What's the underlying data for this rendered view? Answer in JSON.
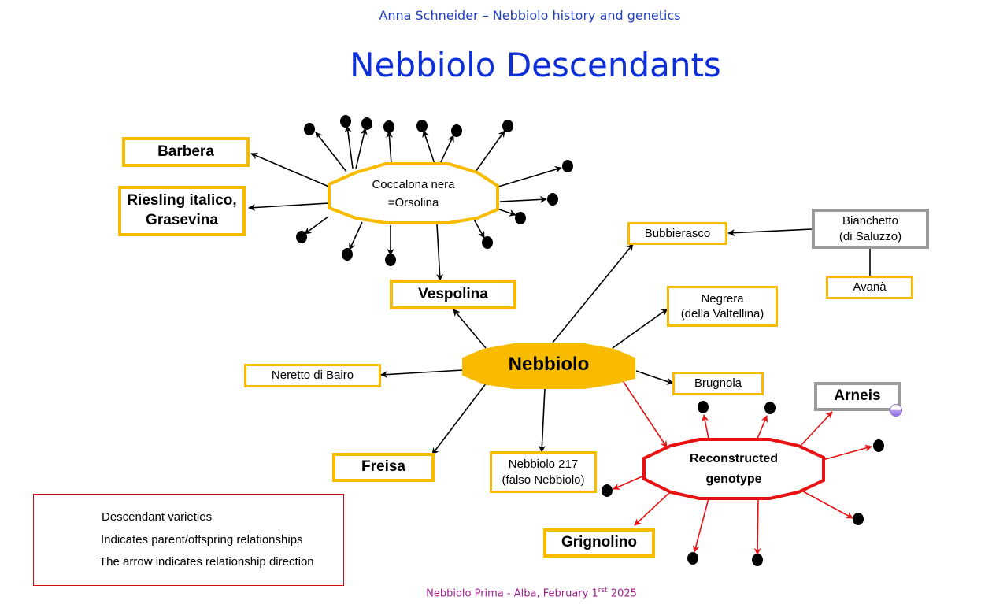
{
  "header": {
    "subtitle": "Anna Schneider – Nebbiolo history and genetics",
    "title": "Nebbiolo Descendants"
  },
  "nodes": {
    "nebbiolo": "Nebbiolo",
    "coccalona_line1": "Coccalona nera",
    "coccalona_line2": "=Orsolina",
    "reconstructed_line1": "Reconstructed",
    "reconstructed_line2": "genotype",
    "barbera": "Barbera",
    "riesling_line1": "Riesling italico,",
    "riesling_line2": "Grasevina",
    "vespolina": "Vespolina",
    "bubbierasco": "Bubbierasco",
    "bianchetto_line1": "Bianchetto",
    "bianchetto_line2": "(di Saluzzo)",
    "avana": "Avanà",
    "negrera_line1": "Negrera",
    "negrera_line2": "(della Valtellina)",
    "neretto": "Neretto di Bairo",
    "brugnola": "Brugnola",
    "arneis": "Arneis",
    "freisa": "Freisa",
    "nebbiolo217_line1": "Nebbiolo 217",
    "nebbiolo217_line2": "(falso Nebbiolo)",
    "grignolino": "Grignolino"
  },
  "legend": {
    "dot_label": "Descendant varieties",
    "line_label": "Indicates parent/offspring relationships",
    "arrow_label": "The arrow indicates relationship direction"
  },
  "footer": {
    "text_before": "Nebbiolo Prima - Alba, February 1",
    "superscript": "rst",
    "text_after": " 2025"
  },
  "colors": {
    "title_blue": "#0d2fd8",
    "box_gold": "#f8bb00",
    "reconstructed_red": "#e81010",
    "bianchetto_grey": "#9b9b9b",
    "footer_magenta": "#a0208f"
  }
}
